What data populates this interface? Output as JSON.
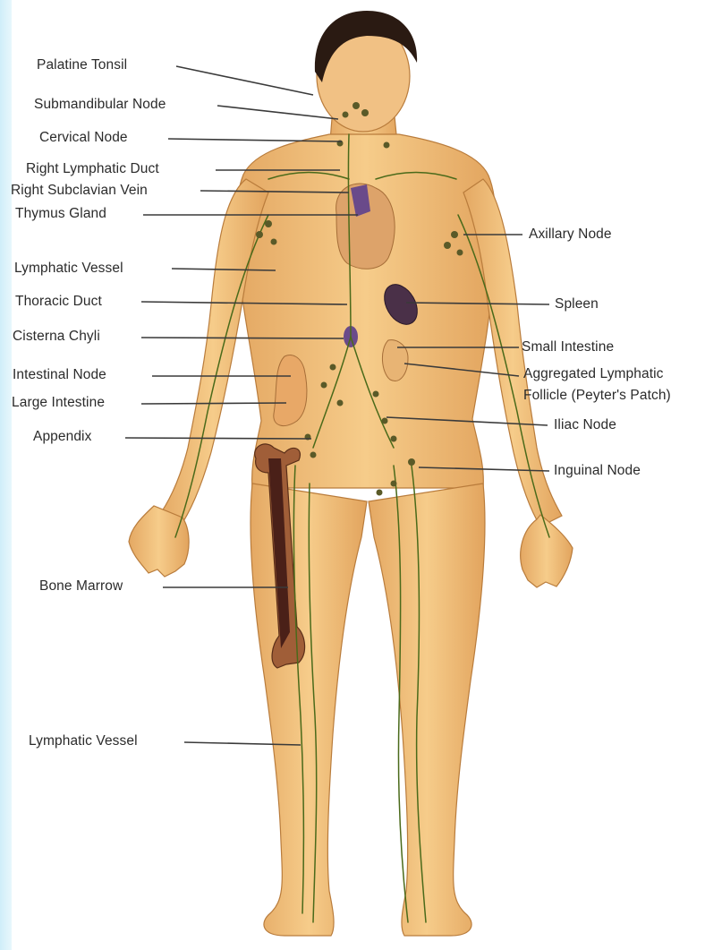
{
  "diagram": {
    "labels_left": [
      {
        "id": "palatine-tonsil",
        "text": "Palatine Tonsil"
      },
      {
        "id": "submandibular-node",
        "text": "Submandibular Node"
      },
      {
        "id": "cervical-node",
        "text": "Cervical Node"
      },
      {
        "id": "right-lymphatic-duct",
        "text": "Right Lymphatic Duct"
      },
      {
        "id": "right-subclavian-vein",
        "text": "Right Subclavian Vein"
      },
      {
        "id": "thymus-gland",
        "text": "Thymus Gland"
      },
      {
        "id": "lymphatic-vessel-upper",
        "text": "Lymphatic Vessel"
      },
      {
        "id": "thoracic-duct",
        "text": "Thoracic Duct"
      },
      {
        "id": "cisterna-chyli",
        "text": "Cisterna Chyli"
      },
      {
        "id": "intestinal-node",
        "text": "Intestinal Node"
      },
      {
        "id": "large-intestine",
        "text": "Large Intestine"
      },
      {
        "id": "appendix",
        "text": "Appendix"
      },
      {
        "id": "bone-marrow",
        "text": "Bone Marrow"
      },
      {
        "id": "lymphatic-vessel-lower",
        "text": "Lymphatic Vessel"
      }
    ],
    "labels_right": [
      {
        "id": "axillary-node",
        "text": "Axillary Node"
      },
      {
        "id": "spleen",
        "text": "Spleen"
      },
      {
        "id": "small-intestine",
        "text": "Small Intestine"
      },
      {
        "id": "aggregated-lymphatic-1",
        "text": "Aggregated Lymphatic"
      },
      {
        "id": "aggregated-lymphatic-2",
        "text": "Follicle (Peyter's Patch)"
      },
      {
        "id": "iliac-node",
        "text": "Iliac Node"
      },
      {
        "id": "inguinal-node",
        "text": "Inguinal Node"
      }
    ],
    "colors": {
      "skin": "#f2c27e",
      "skin_shadow": "#d89a55",
      "hair": "#2a1a12",
      "vessel": "#4a6a1a",
      "node": "#5a5a28",
      "organ_purple": "#6a4a8a",
      "spleen": "#4a3048",
      "leader_line": "#3a3a3a"
    }
  }
}
